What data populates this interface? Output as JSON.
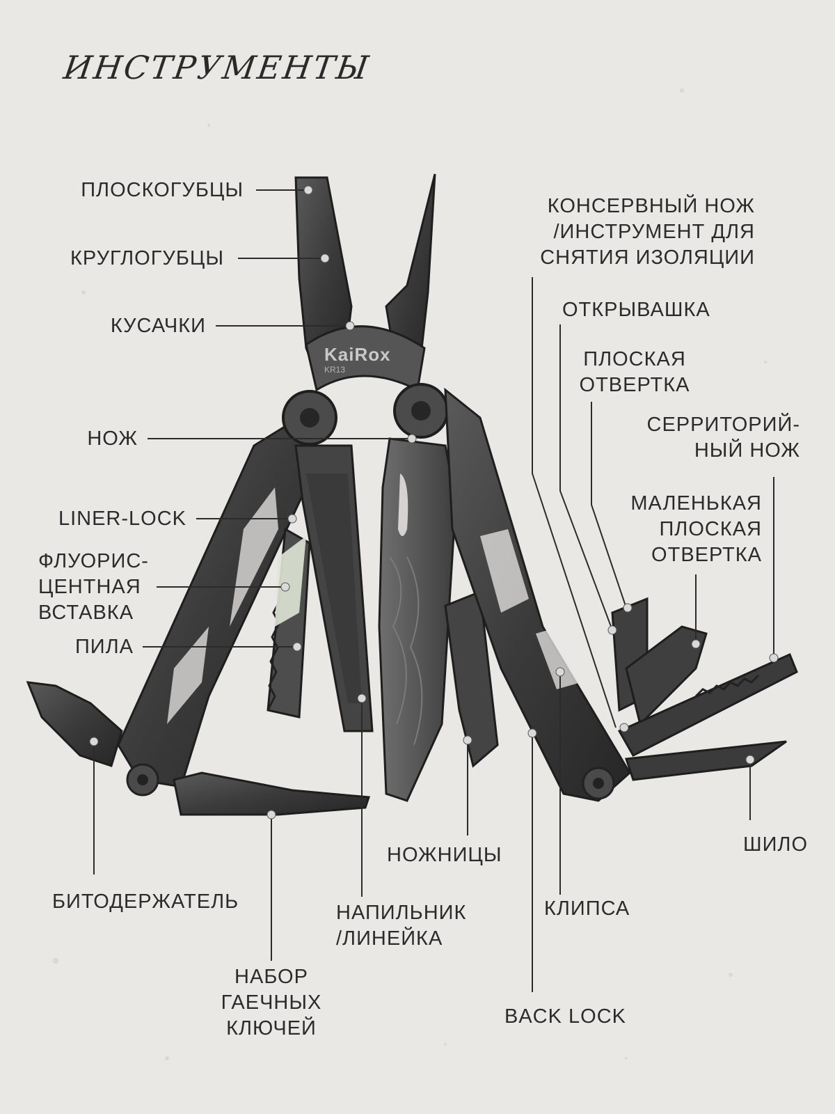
{
  "title": "ИНСТРУМЕНТЫ",
  "brand": "KaiRox",
  "model": "KR13",
  "labels": {
    "pliers": "ПЛОСКОГУБЦЫ",
    "round_pliers": "КРУГЛОГУБЦЫ",
    "cutters": "КУСАЧКИ",
    "knife": "НОЖ",
    "liner_lock": "LINER-LOCK",
    "fluorescent": "ФЛУОРИС-\nЦЕНТНАЯ\nВСТАВКА",
    "saw": "ПИЛА",
    "bit_holder": "БИТОДЕРЖАТЕЛЬ",
    "wrench_set": "НАБОР\nГАЕЧНЫХ\nКЛЮЧЕЙ",
    "file_ruler": "НАПИЛЬНИК\n/ЛИНЕЙКА",
    "scissors": "НОЖНИЦЫ",
    "can_opener": "КОНСЕРВНЫЙ НОЖ\n/ИНСТРУМЕНТ ДЛЯ\nСНЯТИЯ ИЗОЛЯЦИИ",
    "bottle_opener": "ОТКРЫВАШКА",
    "flat_screwdriver": "ПЛОСКАЯ\nОТВЕРТКА",
    "serrated_knife": "СЕРРИТОРИЙ-\nНЫЙ НОЖ",
    "small_screwdriver": "МАЛЕНЬКАЯ\nПЛОСКАЯ\nОТВЕРТКА",
    "clip": "КЛИПСА",
    "back_lock": "BACK LOCK",
    "awl": "ШИЛО"
  },
  "colors": {
    "background": "#e9e8e5",
    "tool": "#3a3a3a",
    "text": "#2b2b2b"
  }
}
